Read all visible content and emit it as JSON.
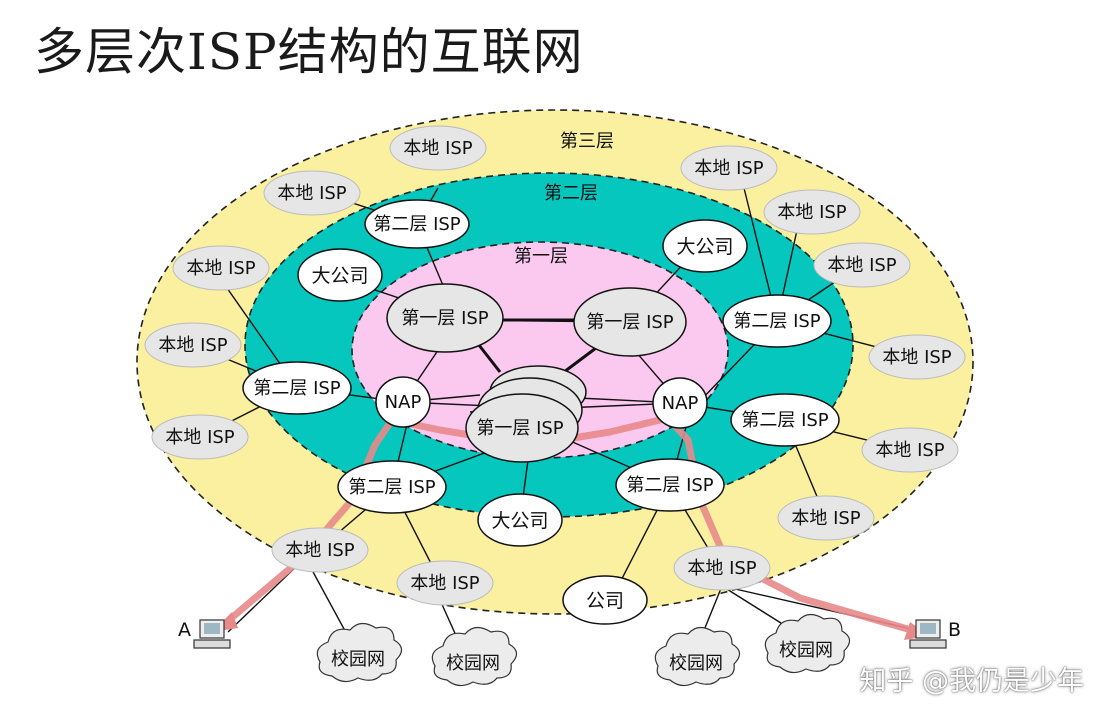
{
  "title": "多层次ISP结构的互联网",
  "layers": {
    "third": "第三层",
    "second": "第二层",
    "first": "第一层"
  },
  "labels": {
    "tier1_isp": "第一层 ISP",
    "tier2_isp": "第二层 ISP",
    "local_isp": "本地 ISP",
    "nap": "NAP",
    "big_company": "大公司",
    "company": "公司",
    "campus_net": "校园网",
    "host_a": "A",
    "host_b": "B"
  },
  "watermark": {
    "site": "知乎",
    "author": "@我仍是少年"
  },
  "colors": {
    "third_layer": "#faf0a0",
    "second_layer": "#06c7bd",
    "first_layer": "#fbc9f0",
    "node_fill": "#e6e6e6",
    "path": "#e88989"
  }
}
